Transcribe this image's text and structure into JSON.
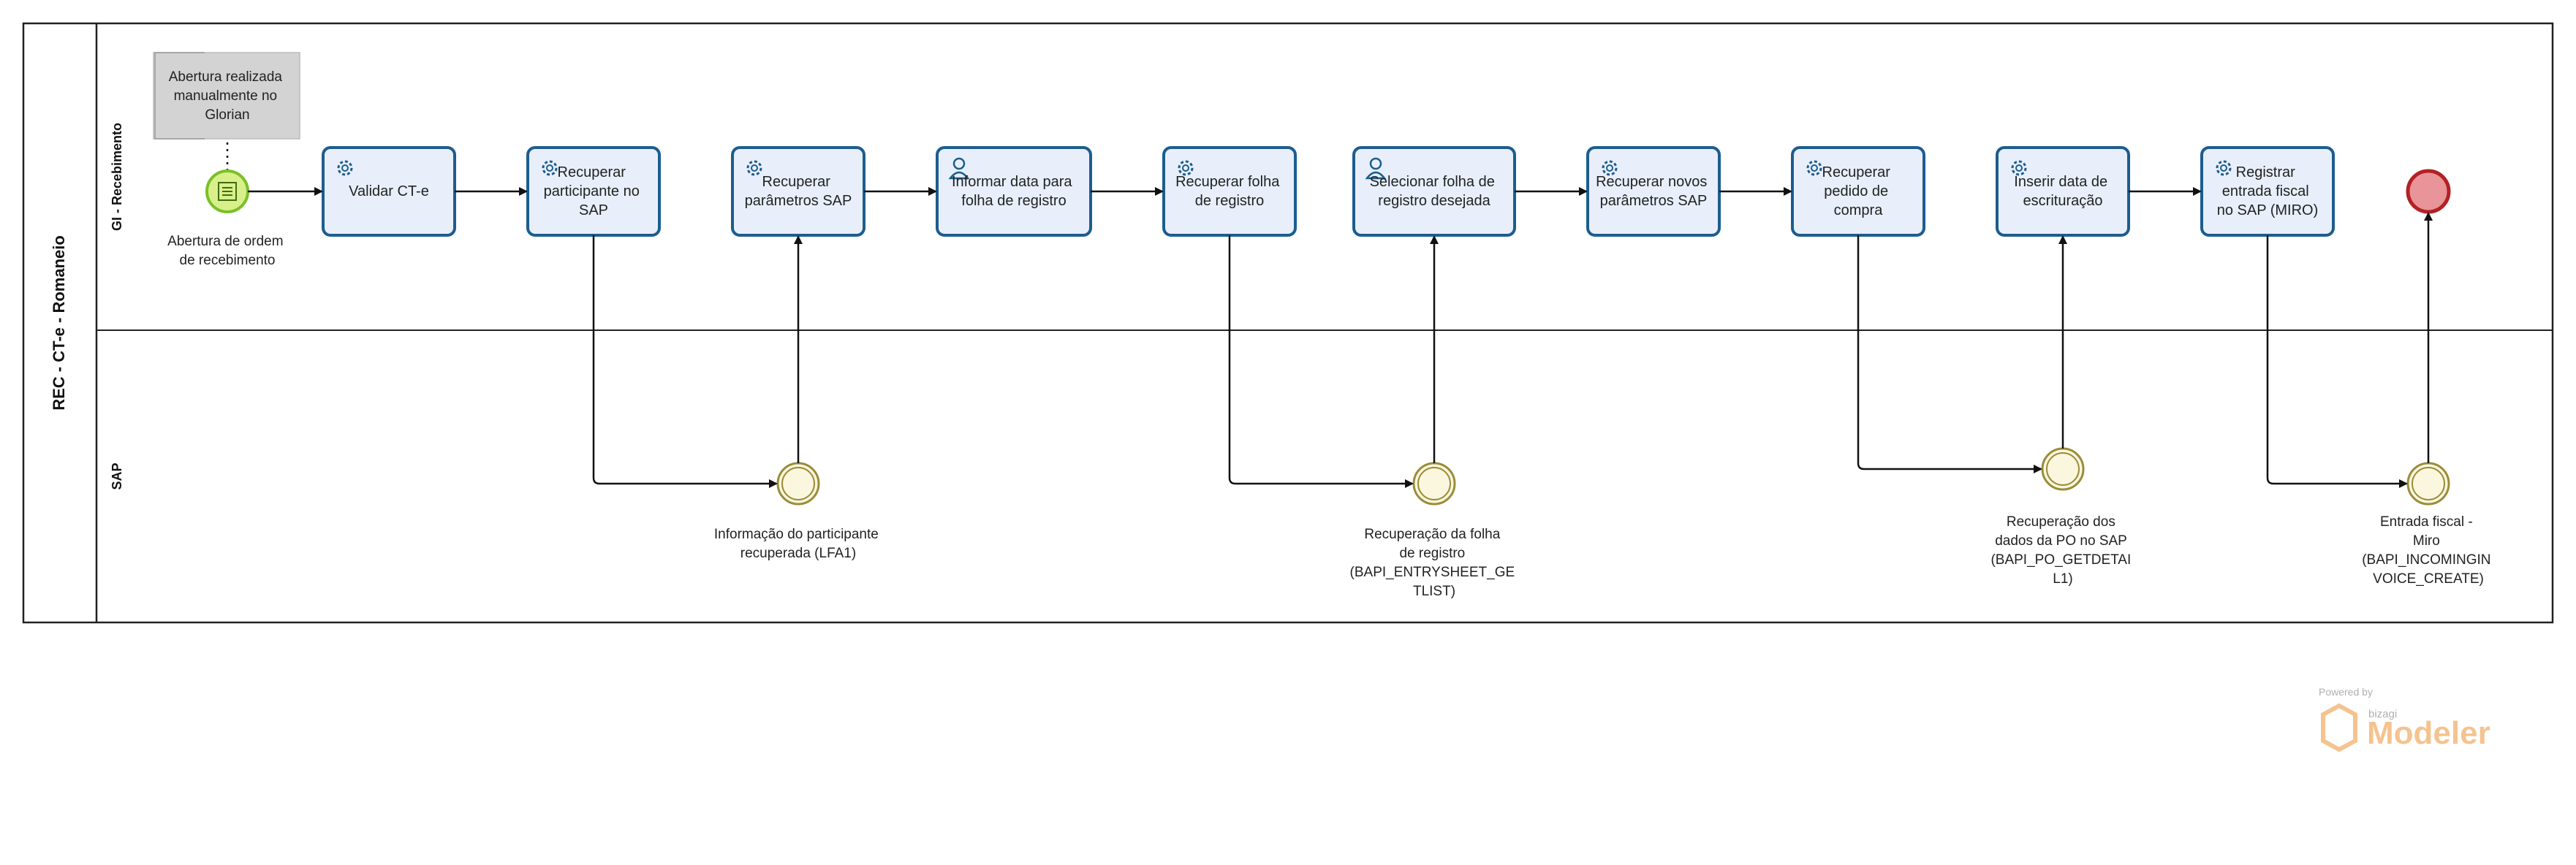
{
  "pool": {
    "title": "REC - CT-e - Romaneio"
  },
  "lanes": [
    {
      "id": "gi",
      "label": "GI - Recebimento"
    },
    {
      "id": "sap",
      "label": "SAP"
    }
  ],
  "annotation": {
    "lines": [
      "Abertura realizada",
      "manualmente no",
      "Glorian"
    ]
  },
  "start_event": {
    "lines": [
      "Abertura de ordem",
      "de recebimento"
    ]
  },
  "tasks": [
    {
      "id": "t1",
      "type": "service",
      "lines": [
        "Validar CT-e"
      ]
    },
    {
      "id": "t2",
      "type": "service",
      "lines": [
        "Recuperar",
        "participante no",
        "SAP"
      ]
    },
    {
      "id": "t3",
      "type": "service",
      "lines": [
        "Recuperar",
        "parâmetros SAP"
      ]
    },
    {
      "id": "t4",
      "type": "user",
      "lines": [
        "Informar data para",
        "folha de registro"
      ]
    },
    {
      "id": "t5",
      "type": "service",
      "lines": [
        "Recuperar folha",
        "de registro"
      ]
    },
    {
      "id": "t6",
      "type": "user",
      "lines": [
        "Selecionar folha de",
        "registro desejada"
      ]
    },
    {
      "id": "t7",
      "type": "service",
      "lines": [
        "Recuperar novos",
        "parâmetros SAP"
      ]
    },
    {
      "id": "t8",
      "type": "service",
      "lines": [
        "Recuperar",
        "pedido de",
        "compra"
      ]
    },
    {
      "id": "t9",
      "type": "service",
      "lines": [
        "Inserir data de",
        "escrituração"
      ]
    },
    {
      "id": "t10",
      "type": "service",
      "lines": [
        "Registrar",
        "entrada fiscal",
        "no SAP (MIRO)"
      ]
    }
  ],
  "intermediate_events": [
    {
      "id": "e1",
      "lines": [
        "Informação do participante",
        "recuperada (LFA1)"
      ]
    },
    {
      "id": "e2",
      "lines": [
        "Recuperação da folha",
        "de registro",
        "(BAPI_ENTRYSHEET_GE",
        "TLIST)"
      ]
    },
    {
      "id": "e3",
      "lines": [
        "Recuperação dos",
        "dados da PO no SAP",
        "(BAPI_PO_GETDETAI",
        "L1)"
      ]
    },
    {
      "id": "e4",
      "lines": [
        "Entrada fiscal -",
        "Miro",
        "(BAPI_INCOMINGIN",
        "VOICE_CREATE)"
      ]
    }
  ],
  "end_event": {
    "lines": []
  },
  "branding": {
    "powered_by": "Powered by",
    "product": "bizagi",
    "name": "Modeler"
  },
  "colors": {
    "task_fill": "#e8effb",
    "task_stroke": "#1d5d8e",
    "start_fill": "#d9f08a",
    "start_stroke": "#7bbf2a",
    "intermediate_fill": "#fbf6de",
    "intermediate_stroke": "#9a8d3a",
    "end_fill": "#e89498",
    "end_stroke": "#b32025",
    "annotation_fill": "#d3d3d3"
  }
}
